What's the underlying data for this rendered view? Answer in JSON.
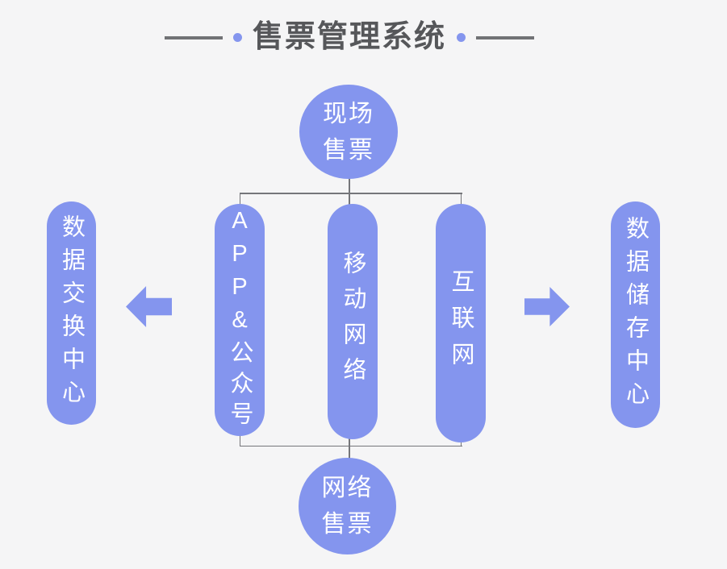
{
  "title": {
    "text": "售票管理系统"
  },
  "colors": {
    "accent": "#8495ee",
    "bg": "#f5f5f6",
    "line": "#75767a",
    "dash": "#717275",
    "title_text": "#56575a",
    "node_text": "#ffffff"
  },
  "nodes": {
    "top_circle": {
      "lines": [
        "现场",
        "售票"
      ]
    },
    "bottom_circle": {
      "lines": [
        "网络",
        "售票"
      ]
    },
    "channels": [
      {
        "label": "APP&公众号"
      },
      {
        "label": "移动网络"
      },
      {
        "label": "互联网"
      }
    ],
    "left_center": {
      "label": "数据交换中心"
    },
    "right_center": {
      "label": "数据储存中心"
    }
  },
  "icons": {
    "left_arrow": "left-block-arrow",
    "right_arrow": "right-block-arrow"
  }
}
